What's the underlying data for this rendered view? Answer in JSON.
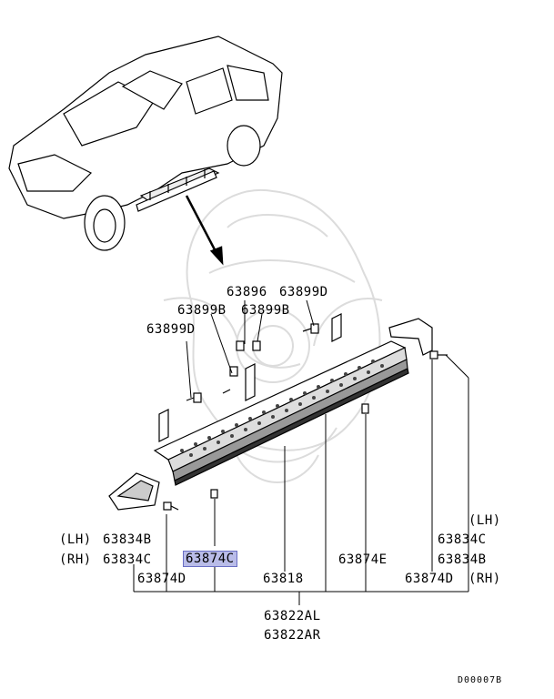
{
  "diagram_code": "D00007B",
  "colors": {
    "highlight": "#b9bce8",
    "watermark": "#d4d4d4"
  },
  "labels": {
    "p63896": "63896",
    "p63899d_top": "63899D",
    "p63899b_left": "63899B",
    "p63899b_right": "63899B",
    "p63899d_left": "63899D",
    "lh_left": "(LH)",
    "p63834b_left": "63834B",
    "rh_left": "(RH)",
    "p63834c_left": "63834C",
    "p63874c": "63874C",
    "p63874d_left": "63874D",
    "p63818": "63818",
    "p63874e": "63874E",
    "lh_right": "(LH)",
    "p63834c_right": "63834C",
    "p63834b_right": "63834B",
    "p63874d_right": "63874D",
    "rh_right": "(RH)",
    "p63822al": "63822AL",
    "p63822ar": "63822AR"
  }
}
